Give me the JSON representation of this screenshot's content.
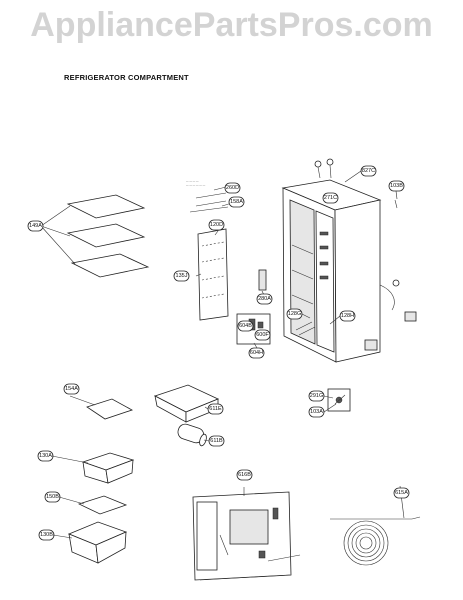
{
  "watermark": "AppliancePartsPros.com",
  "section_title": "REFRIGERATOR COMPARTMENT",
  "part_labels": {
    "p149A": "149A",
    "p260D": "260D",
    "p158A": "158A",
    "p120D": "120D",
    "p135J": "135J",
    "p280A": "280A",
    "p604B": "604B",
    "p600F": "600F",
    "p604H": "604H",
    "p128G": "128G",
    "p128H": "128H",
    "p271C": "271C",
    "p827C": "827C",
    "p103B": "103B",
    "p154A": "154A",
    "p611E": "611E",
    "p611B": "611B",
    "p291G": "291G",
    "p103A": "103A",
    "p130A": "130A",
    "p150B": "150B",
    "p130B": "130B",
    "p616B": "616B",
    "p615A": "615A"
  }
}
